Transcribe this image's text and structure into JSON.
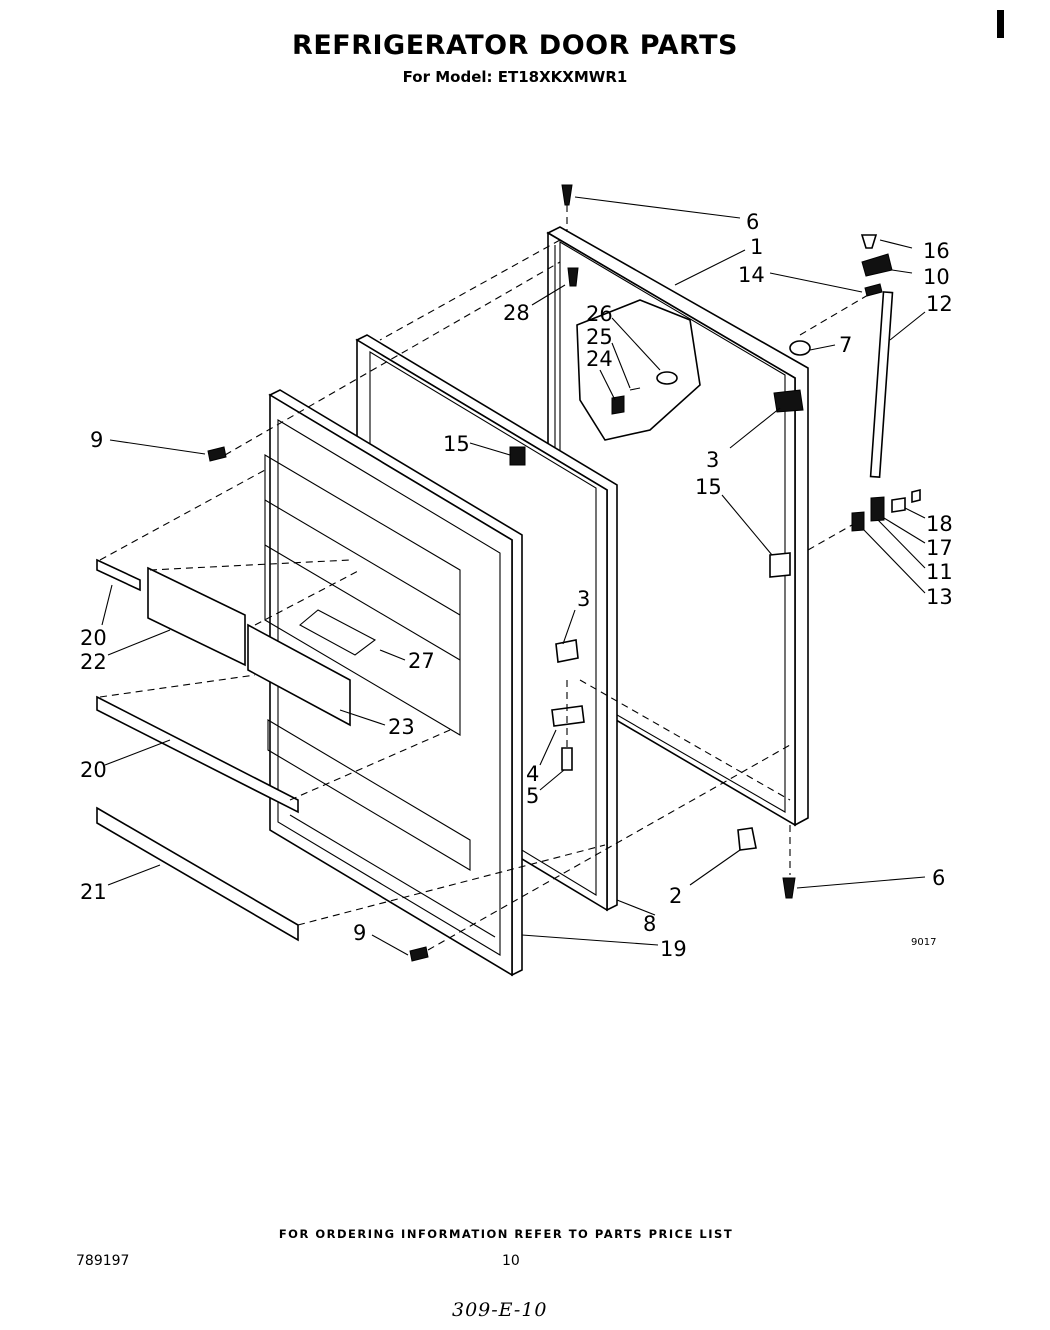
{
  "page": {
    "title": "REFRIGERATOR DOOR PARTS",
    "model": "For Model: ET18XKXMWR1",
    "footer": "FOR ORDERING INFORMATION REFER TO PARTS PRICE LIST",
    "doc_number": "789197",
    "page_number": "10",
    "handwritten_note": "309-E-10",
    "figure_code": "9017"
  },
  "callouts": {
    "c6a": "6",
    "c1": "1",
    "c16": "16",
    "c14": "14",
    "c10": "10",
    "c12": "12",
    "c28": "28",
    "c26": "26",
    "c25": "25",
    "c24": "24",
    "c7": "7",
    "c9a": "9",
    "c15a": "15",
    "c3a": "3",
    "c15b": "15",
    "c18": "18",
    "c17": "17",
    "c11": "11",
    "c13": "13",
    "c3b": "3",
    "c20a": "20",
    "c22": "22",
    "c27": "27",
    "c23": "23",
    "c20b": "20",
    "c4": "4",
    "c5": "5",
    "c21": "21",
    "c2": "2",
    "c6b": "6",
    "c8": "8",
    "c9b": "9",
    "c19": "19"
  }
}
